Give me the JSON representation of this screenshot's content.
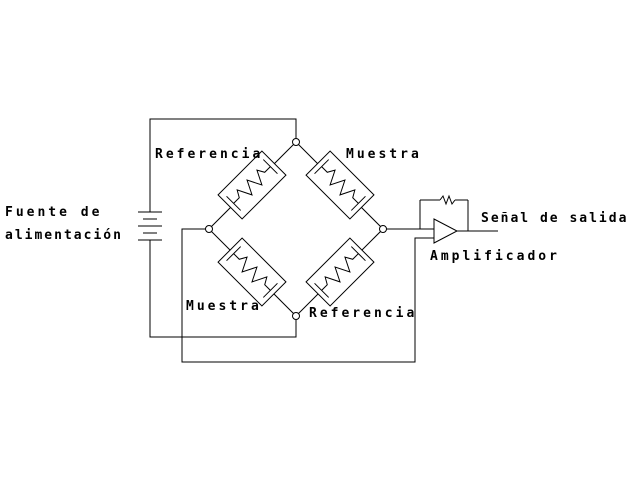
{
  "labels": {
    "reference_top": "Referencia",
    "sample_top": "Muestra",
    "sample_bottom": "Muestra",
    "reference_bottom": "Referencia",
    "power_supply_line1": "Fuente de",
    "power_supply_line2": "alimentación",
    "output_signal": "Señal de salida",
    "amplifier": "Amplificador"
  }
}
